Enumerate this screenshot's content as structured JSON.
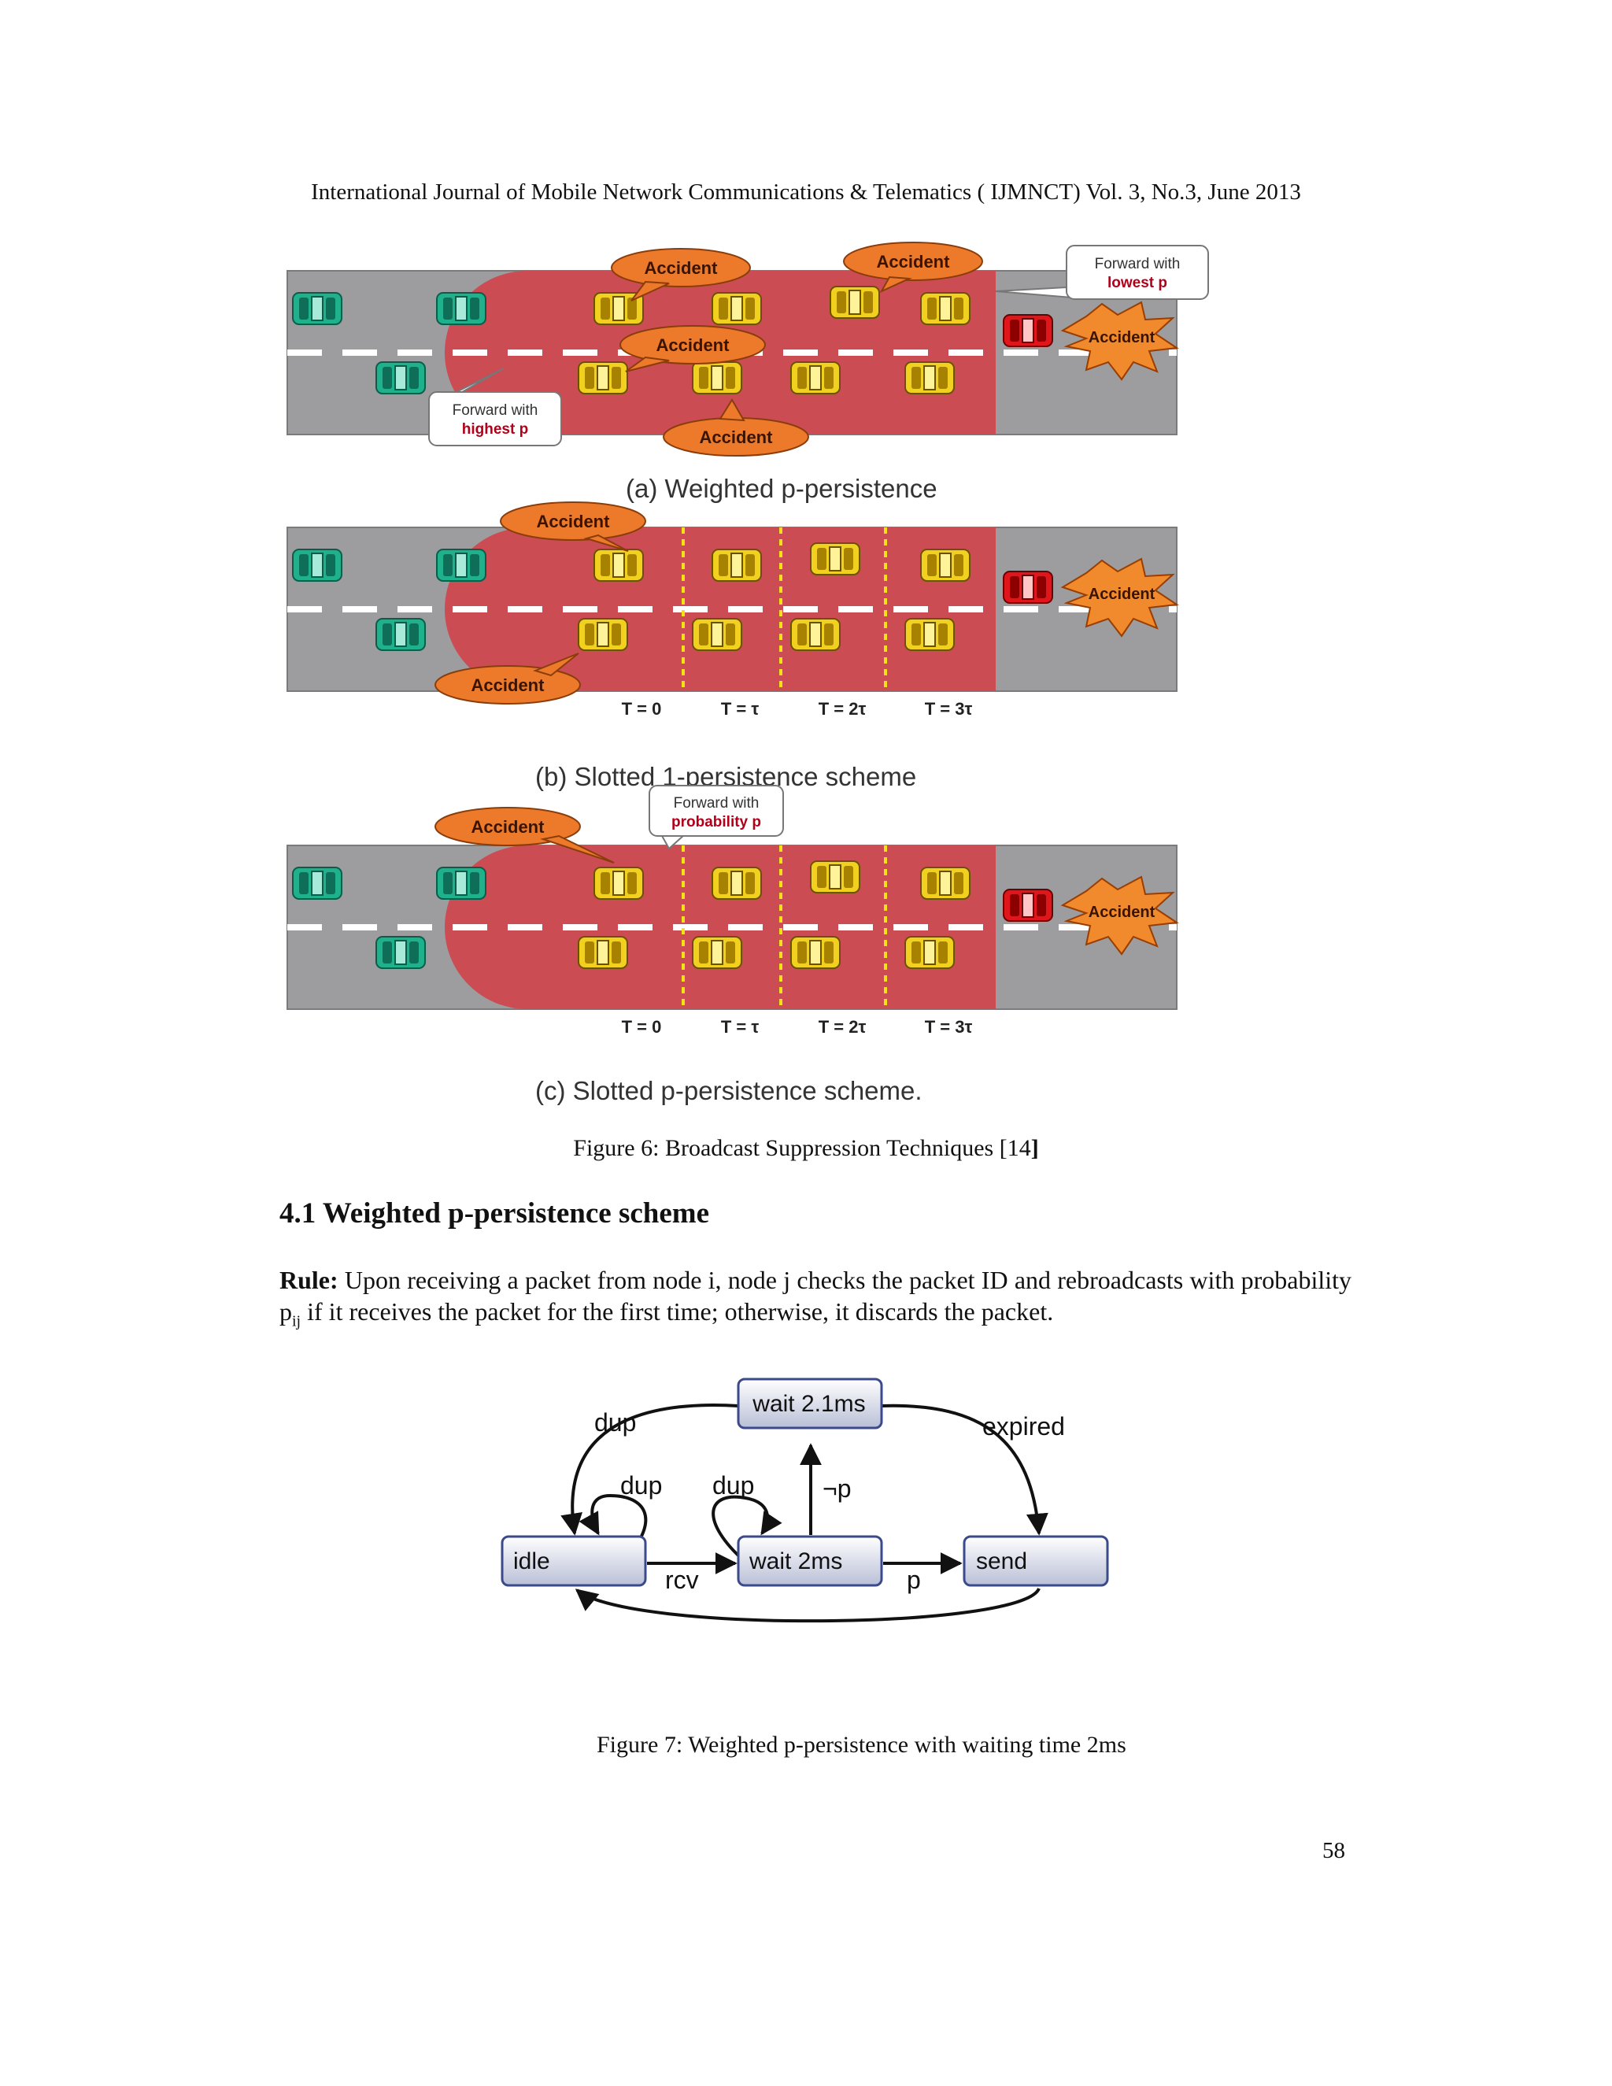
{
  "header": {
    "text": "International Journal of Mobile Network Communications & Telematics ( IJMNCT) Vol. 3, No.3, June 2013"
  },
  "figure6": {
    "panels": [
      {
        "id": "a",
        "caption": "(a)  Weighted  p-persistence",
        "callouts": [
          "Accident",
          "Accident",
          "Accident",
          "Accident"
        ],
        "notes": [
          {
            "line1": "Forward with",
            "line2": "lowest p"
          },
          {
            "line1": "Forward with",
            "line2": "highest p"
          }
        ],
        "burst": "Accident"
      },
      {
        "id": "b",
        "caption": "(b)  Slotted  1-persistence  scheme",
        "callouts": [
          "Accident",
          "Accident"
        ],
        "burst": "Accident",
        "slots": [
          "T = 0",
          "T = τ",
          "T = 2τ",
          "T = 3τ"
        ]
      },
      {
        "id": "c",
        "caption": "(c)  Slotted  p-persistence  scheme.",
        "callouts": [
          "Accident"
        ],
        "notes": [
          {
            "line1": "Forward with",
            "line2": "probability p"
          }
        ],
        "burst": "Accident",
        "slots": [
          "T = 0",
          "T = τ",
          "T = 2τ",
          "T = 3τ"
        ]
      }
    ],
    "caption_text": "Figure 6: Broadcast Suppression Techniques [14",
    "caption_bracket": "]"
  },
  "section": {
    "title": "4.1 Weighted p-persistence scheme"
  },
  "rule": {
    "label": "Rule:",
    "text_before_sub": " Upon receiving a packet from node i, node j checks the packet ID and rebroadcasts with probability p",
    "subscript": "ij",
    "text_after_sub": " if it receives the packet for the first time; otherwise, it discards the packet."
  },
  "figure7": {
    "states": {
      "idle": "idle",
      "wait2": "wait 2ms",
      "wait21": "wait 2.1ms",
      "send": "send"
    },
    "edges": {
      "dup_outer": "dup",
      "dup_idle": "dup",
      "dup_wait": "dup",
      "not_p": "¬p",
      "expired": "expired",
      "rcv": "rcv",
      "p": "p"
    },
    "caption": "Figure 7: Weighted p-persistence with waiting time 2ms"
  },
  "page_number": "58"
}
